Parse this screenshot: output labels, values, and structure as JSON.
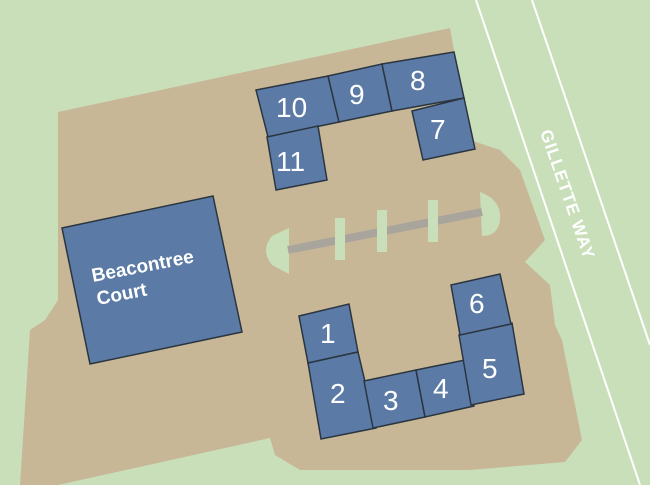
{
  "map": {
    "colors": {
      "grass": "#c8dfba",
      "lot": "#c7b797",
      "building": "#5b7ba6",
      "building_stroke": "#2b3540",
      "walkway": "#a9a59c",
      "road_line": "#ffffff",
      "label": "#ffffff"
    },
    "street": {
      "name": "GILLETTE WAY"
    },
    "main_building": {
      "line1": "Beacontree",
      "line2": "Court"
    },
    "units": [
      "1",
      "2",
      "3",
      "4",
      "5",
      "6",
      "7",
      "8",
      "9",
      "10",
      "11"
    ]
  }
}
